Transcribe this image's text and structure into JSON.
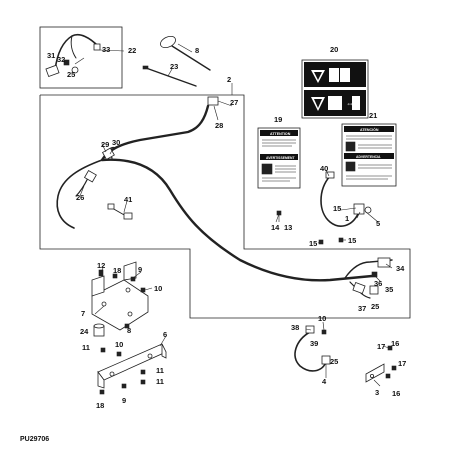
{
  "drawing_id": "PU29706",
  "callouts": [
    "31",
    "32",
    "33",
    "25",
    "22",
    "8",
    "23",
    "20",
    "2",
    "27",
    "28",
    "19",
    "21",
    "30",
    "29",
    "26",
    "41",
    "40",
    "15",
    "1",
    "5",
    "14",
    "13",
    "15",
    "15",
    "12",
    "18",
    "9",
    "10",
    "7",
    "24",
    "8",
    "11",
    "10",
    "6",
    "11",
    "11",
    "18",
    "9",
    "34",
    "36",
    "35",
    "37",
    "25",
    "38",
    "10",
    "39",
    "25",
    "4",
    "17",
    "16",
    "17",
    "3",
    "16"
  ],
  "decals": {
    "decal_19_title": "ATTENTION",
    "decal_19_sub": "AVERTISSEMENT",
    "decal_21_title": "ATENCIÓN",
    "decal_21_sub": "ADVERTENCIA"
  }
}
